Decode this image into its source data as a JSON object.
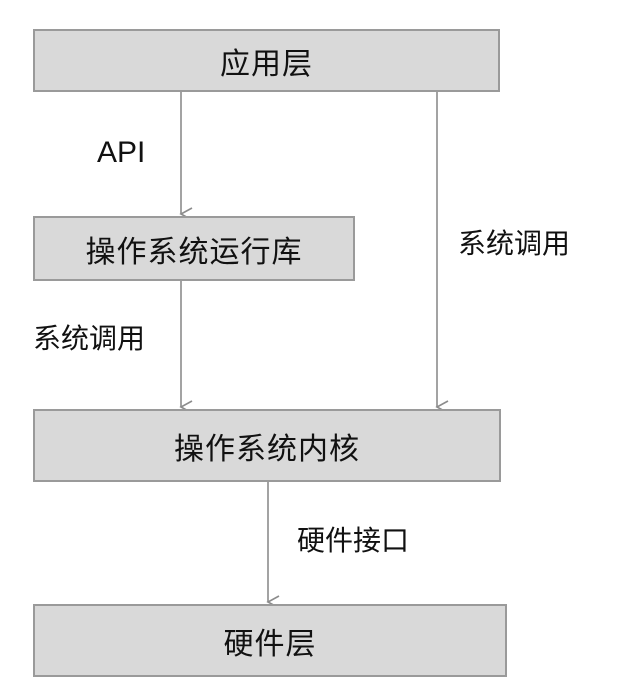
{
  "layers": {
    "application": "应用层",
    "os_runtime": "操作系统运行库",
    "os_kernel": "操作系统内核",
    "hardware": "硬件层"
  },
  "edges": {
    "app_to_runtime": "API",
    "runtime_to_kernel": "系统调用",
    "app_to_kernel": "系统调用",
    "kernel_to_hardware": "硬件接口"
  },
  "colors": {
    "box_fill": "#d9d9d9",
    "box_border": "#9a9a9a",
    "arrow": "#8c8c8c"
  }
}
